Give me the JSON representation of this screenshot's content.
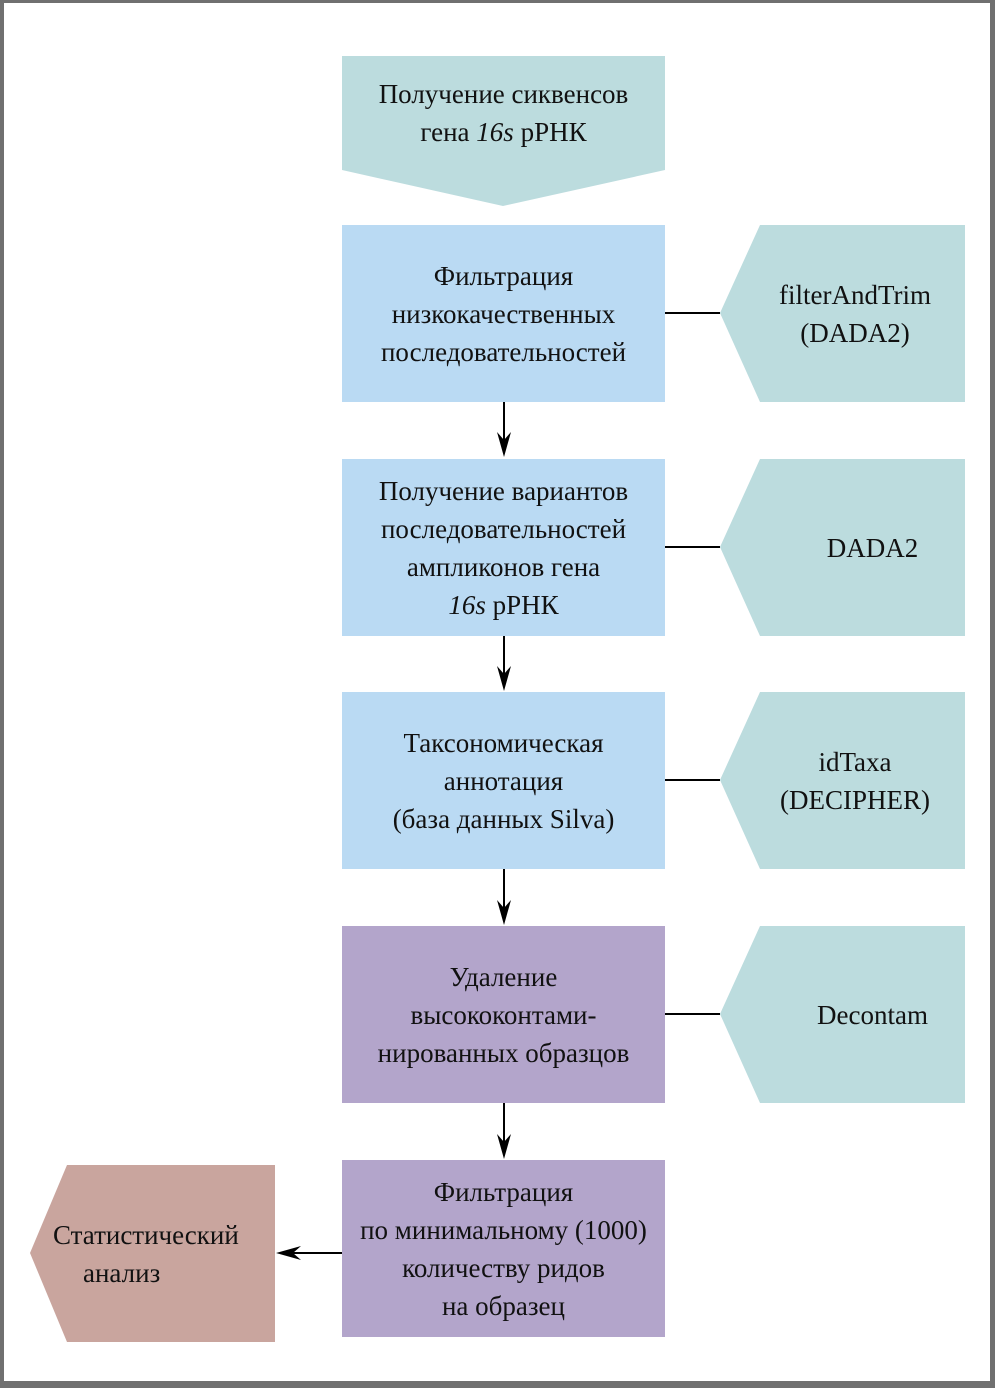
{
  "colors": {
    "teal": "#bcdcde",
    "blue": "#badaf3",
    "purple": "#b3a5cb",
    "rose": "#c9a59e",
    "line": "#000000",
    "border": "#707070"
  },
  "steps": [
    {
      "id": "sequencing",
      "lines": [
        "Получение сиквенсов",
        "гена"
      ],
      "italic": "16s",
      "suffix": " рРНК",
      "color": "teal"
    },
    {
      "id": "quality-filter",
      "lines": [
        "Фильтрация",
        "низкокачественных",
        "последовательностей"
      ],
      "color": "blue"
    },
    {
      "id": "asv",
      "lines": [
        "Получение вариантов",
        "последовательностей",
        "ампликонов гена"
      ],
      "italic": "16s",
      "suffix": " рРНК",
      "color": "blue"
    },
    {
      "id": "taxonomy",
      "lines": [
        "Таксономическая",
        "аннотация",
        "(база данных Silva)"
      ],
      "color": "blue"
    },
    {
      "id": "decontam",
      "lines": [
        "Удаление",
        "высококонтами-",
        "нированных образцов"
      ],
      "color": "purple"
    },
    {
      "id": "min-reads",
      "lines": [
        "Фильтрация",
        "по минимальному (1000)",
        "количеству ридов",
        "на образец"
      ],
      "color": "purple"
    }
  ],
  "tools": [
    {
      "id": "filterandtrim",
      "lines": [
        "filterAndTrim",
        "(DADA2)"
      ]
    },
    {
      "id": "dada2",
      "lines": [
        "DADA2"
      ]
    },
    {
      "id": "idtaxa",
      "lines": [
        "idTaxa",
        "(DECIPHER)"
      ]
    },
    {
      "id": "decontam",
      "lines": [
        "Decontam"
      ]
    }
  ],
  "output": {
    "id": "stats",
    "lines": [
      "Статистический",
      "анализ"
    ]
  }
}
